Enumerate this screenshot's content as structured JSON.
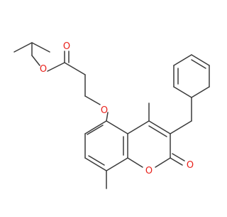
{
  "molecule": {
    "atom_labels": {
      "ester_oxygen": "O",
      "carbonyl_oxygen": "O",
      "ether_oxygen": "O",
      "ring_oxygen": "O",
      "lactone_oxygen": "O"
    },
    "colors": {
      "bond": "#3a3a3a",
      "oxygen": "#e8211b",
      "background": "#ffffff"
    }
  }
}
